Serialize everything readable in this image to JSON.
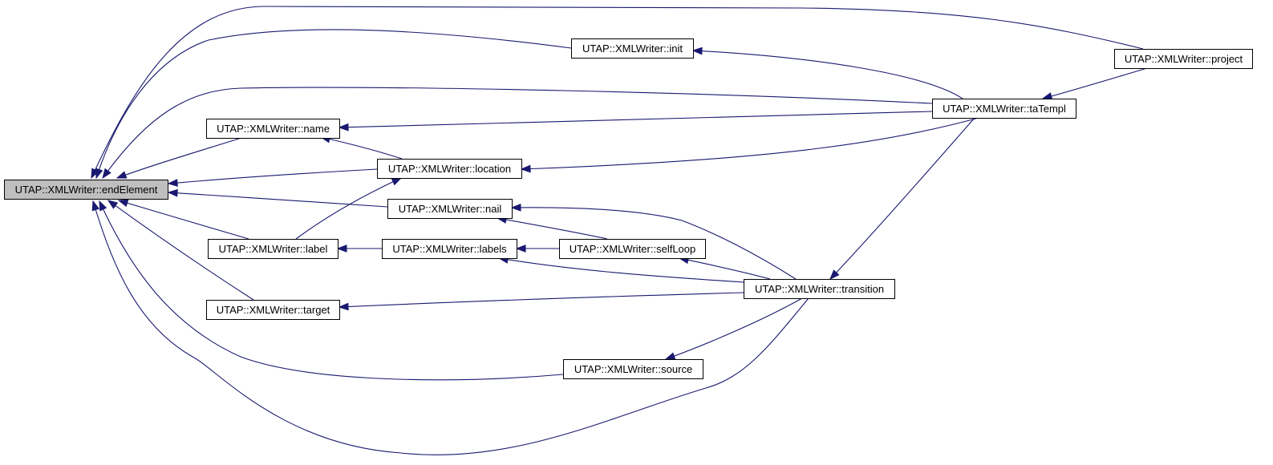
{
  "colors": {
    "edge": "#191970",
    "node_fill": "#ffffff",
    "focus_fill": "#bfbfbf",
    "border": "#000000"
  },
  "nodes": {
    "endElement": {
      "label": "UTAP::XMLWriter::endElement",
      "focus": true
    },
    "name": {
      "label": "UTAP::XMLWriter::name"
    },
    "label": {
      "label": "UTAP::XMLWriter::label"
    },
    "target": {
      "label": "UTAP::XMLWriter::target"
    },
    "location": {
      "label": "UTAP::XMLWriter::location"
    },
    "nail": {
      "label": "UTAP::XMLWriter::nail"
    },
    "labels": {
      "label": "UTAP::XMLWriter::labels"
    },
    "init": {
      "label": "UTAP::XMLWriter::init"
    },
    "selfLoop": {
      "label": "UTAP::XMLWriter::selfLoop"
    },
    "source": {
      "label": "UTAP::XMLWriter::source"
    },
    "transition": {
      "label": "UTAP::XMLWriter::transition"
    },
    "taTempl": {
      "label": "UTAP::XMLWriter::taTempl"
    },
    "project": {
      "label": "UTAP::XMLWriter::project"
    }
  },
  "edges": [
    {
      "from": "init",
      "to": "endElement"
    },
    {
      "from": "location",
      "to": "endElement"
    },
    {
      "from": "name",
      "to": "endElement"
    },
    {
      "from": "label",
      "to": "endElement"
    },
    {
      "from": "target",
      "to": "endElement"
    },
    {
      "from": "nail",
      "to": "endElement"
    },
    {
      "from": "source",
      "to": "endElement"
    },
    {
      "from": "transition",
      "to": "endElement"
    },
    {
      "from": "taTempl",
      "to": "endElement"
    },
    {
      "from": "project",
      "to": "endElement"
    },
    {
      "from": "location",
      "to": "name"
    },
    {
      "from": "taTempl",
      "to": "name"
    },
    {
      "from": "label",
      "to": "location"
    },
    {
      "from": "taTempl",
      "to": "location"
    },
    {
      "from": "labels",
      "to": "label"
    },
    {
      "from": "transition",
      "to": "target"
    },
    {
      "from": "selfLoop",
      "to": "nail"
    },
    {
      "from": "transition",
      "to": "nail"
    },
    {
      "from": "selfLoop",
      "to": "labels"
    },
    {
      "from": "transition",
      "to": "labels"
    },
    {
      "from": "transition",
      "to": "selfLoop"
    },
    {
      "from": "transition",
      "to": "source"
    },
    {
      "from": "taTempl",
      "to": "init"
    },
    {
      "from": "taTempl",
      "to": "transition"
    },
    {
      "from": "project",
      "to": "taTempl"
    }
  ]
}
